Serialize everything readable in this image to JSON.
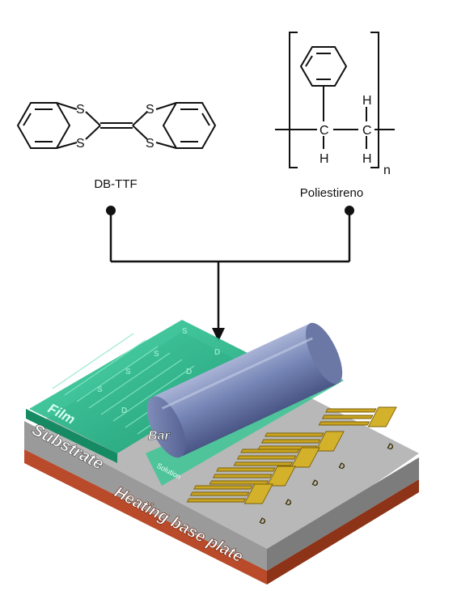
{
  "molecules": {
    "left": {
      "name": "DB-TTF",
      "atoms": {
        "s1": "S",
        "s2": "S",
        "s3": "S",
        "s4": "S"
      }
    },
    "right": {
      "name": "Poliestireno",
      "atoms": {
        "c1": "C",
        "c2": "C",
        "h1": "H",
        "h2": "H",
        "h3": "H"
      },
      "repeat": "n"
    }
  },
  "device": {
    "film": "Film",
    "substrate": "Substrate",
    "heating": "Heating base plate",
    "bar": "Bar",
    "solution": "Solution",
    "source_label": "S",
    "drain_label": "D"
  },
  "colors": {
    "film": "#27b58a",
    "substrate": "#9a9a9a",
    "heating": "#b94a2a",
    "bar": "#6f7fb0",
    "electrode": "#c9a520"
  }
}
